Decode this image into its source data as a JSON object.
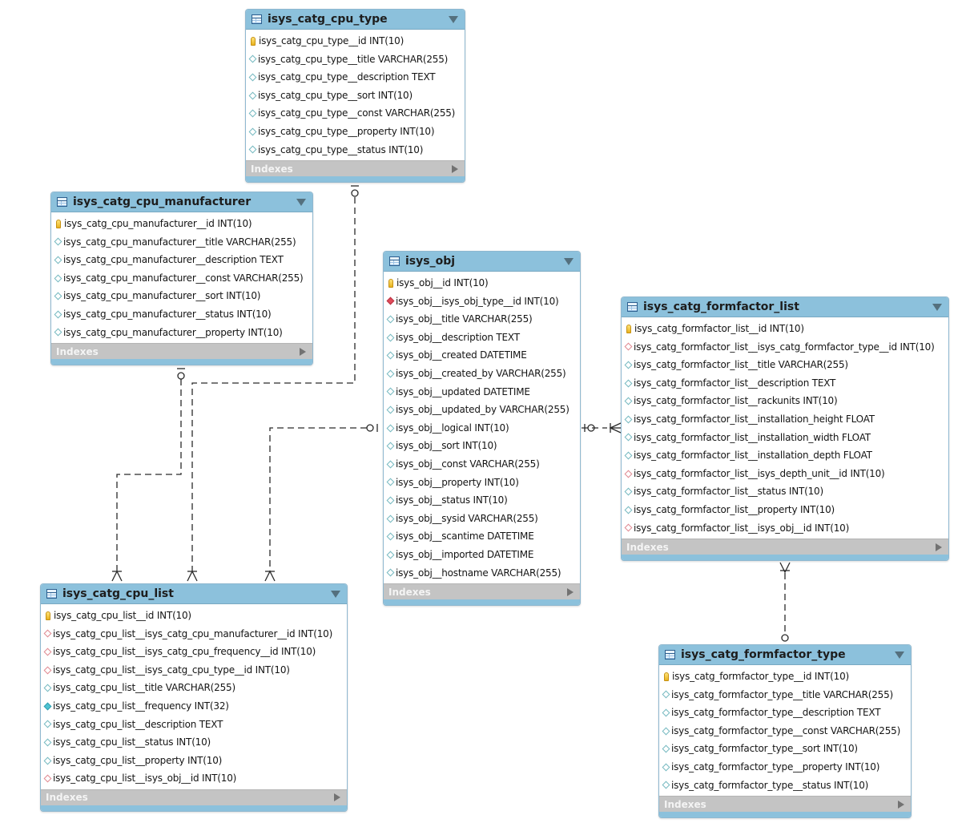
{
  "tables": [
    {
      "id": "cpu_type",
      "title": "isys_catg_cpu_type",
      "footer": "Indexes",
      "columns": [
        {
          "text": "isys_catg_cpu_type__id INT(10)",
          "icon": "pk"
        },
        {
          "text": "isys_catg_cpu_type__title VARCHAR(255)",
          "icon": "col"
        },
        {
          "text": "isys_catg_cpu_type__description TEXT",
          "icon": "col"
        },
        {
          "text": "isys_catg_cpu_type__sort INT(10)",
          "icon": "col"
        },
        {
          "text": "isys_catg_cpu_type__const VARCHAR(255)",
          "icon": "col"
        },
        {
          "text": "isys_catg_cpu_type__property INT(10)",
          "icon": "col"
        },
        {
          "text": "isys_catg_cpu_type__status INT(10)",
          "icon": "col"
        }
      ]
    },
    {
      "id": "cpu_manufacturer",
      "title": "isys_catg_cpu_manufacturer",
      "footer": "Indexes",
      "columns": [
        {
          "text": "isys_catg_cpu_manufacturer__id INT(10)",
          "icon": "pk"
        },
        {
          "text": "isys_catg_cpu_manufacturer__title VARCHAR(255)",
          "icon": "col"
        },
        {
          "text": "isys_catg_cpu_manufacturer__description TEXT",
          "icon": "col"
        },
        {
          "text": "isys_catg_cpu_manufacturer__const VARCHAR(255)",
          "icon": "col"
        },
        {
          "text": "isys_catg_cpu_manufacturer__sort INT(10)",
          "icon": "col"
        },
        {
          "text": "isys_catg_cpu_manufacturer__status INT(10)",
          "icon": "col"
        },
        {
          "text": "isys_catg_cpu_manufacturer__property INT(10)",
          "icon": "col"
        }
      ]
    },
    {
      "id": "obj",
      "title": "isys_obj",
      "footer": "Indexes",
      "columns": [
        {
          "text": "isys_obj__id INT(10)",
          "icon": "pk"
        },
        {
          "text": "isys_obj__isys_obj_type__id INT(10)",
          "icon": "fk-req"
        },
        {
          "text": "isys_obj__title VARCHAR(255)",
          "icon": "col"
        },
        {
          "text": "isys_obj__description TEXT",
          "icon": "col"
        },
        {
          "text": "isys_obj__created DATETIME",
          "icon": "col"
        },
        {
          "text": "isys_obj__created_by VARCHAR(255)",
          "icon": "col"
        },
        {
          "text": "isys_obj__updated DATETIME",
          "icon": "col"
        },
        {
          "text": "isys_obj__updated_by VARCHAR(255)",
          "icon": "col"
        },
        {
          "text": "isys_obj__logical INT(10)",
          "icon": "col"
        },
        {
          "text": "isys_obj__sort INT(10)",
          "icon": "col"
        },
        {
          "text": "isys_obj__const VARCHAR(255)",
          "icon": "col"
        },
        {
          "text": "isys_obj__property INT(10)",
          "icon": "col"
        },
        {
          "text": "isys_obj__status INT(10)",
          "icon": "col"
        },
        {
          "text": "isys_obj__sysid VARCHAR(255)",
          "icon": "col"
        },
        {
          "text": "isys_obj__scantime DATETIME",
          "icon": "col"
        },
        {
          "text": "isys_obj__imported DATETIME",
          "icon": "col"
        },
        {
          "text": "isys_obj__hostname VARCHAR(255)",
          "icon": "col"
        }
      ]
    },
    {
      "id": "formfactor_list",
      "title": "isys_catg_formfactor_list",
      "footer": "Indexes",
      "columns": [
        {
          "text": "isys_catg_formfactor_list__id INT(10)",
          "icon": "pk"
        },
        {
          "text": "isys_catg_formfactor_list__isys_catg_formfactor_type__id INT(10)",
          "icon": "fk"
        },
        {
          "text": "isys_catg_formfactor_list__title VARCHAR(255)",
          "icon": "col"
        },
        {
          "text": "isys_catg_formfactor_list__description TEXT",
          "icon": "col"
        },
        {
          "text": "isys_catg_formfactor_list__rackunits INT(10)",
          "icon": "col"
        },
        {
          "text": "isys_catg_formfactor_list__installation_height FLOAT",
          "icon": "col"
        },
        {
          "text": "isys_catg_formfactor_list__installation_width FLOAT",
          "icon": "col"
        },
        {
          "text": "isys_catg_formfactor_list__installation_depth FLOAT",
          "icon": "col"
        },
        {
          "text": "isys_catg_formfactor_list__isys_depth_unit__id INT(10)",
          "icon": "fk"
        },
        {
          "text": "isys_catg_formfactor_list__status INT(10)",
          "icon": "col"
        },
        {
          "text": "isys_catg_formfactor_list__property INT(10)",
          "icon": "col"
        },
        {
          "text": "isys_catg_formfactor_list__isys_obj__id INT(10)",
          "icon": "fk"
        }
      ]
    },
    {
      "id": "cpu_list",
      "title": "isys_catg_cpu_list",
      "footer": "Indexes",
      "columns": [
        {
          "text": "isys_catg_cpu_list__id INT(10)",
          "icon": "pk"
        },
        {
          "text": "isys_catg_cpu_list__isys_catg_cpu_manufacturer__id INT(10)",
          "icon": "fk"
        },
        {
          "text": "isys_catg_cpu_list__isys_catg_cpu_frequency__id INT(10)",
          "icon": "fk"
        },
        {
          "text": "isys_catg_cpu_list__isys_catg_cpu_type__id INT(10)",
          "icon": "fk"
        },
        {
          "text": "isys_catg_cpu_list__title VARCHAR(255)",
          "icon": "col"
        },
        {
          "text": "isys_catg_cpu_list__frequency INT(32)",
          "icon": "col-req"
        },
        {
          "text": "isys_catg_cpu_list__description TEXT",
          "icon": "col"
        },
        {
          "text": "isys_catg_cpu_list__status INT(10)",
          "icon": "col"
        },
        {
          "text": "isys_catg_cpu_list__property INT(10)",
          "icon": "col"
        },
        {
          "text": "isys_catg_cpu_list__isys_obj__id INT(10)",
          "icon": "fk"
        }
      ]
    },
    {
      "id": "formfactor_type",
      "title": "isys_catg_formfactor_type",
      "footer": "Indexes",
      "columns": [
        {
          "text": "isys_catg_formfactor_type__id INT(10)",
          "icon": "pk"
        },
        {
          "text": "isys_catg_formfactor_type__title VARCHAR(255)",
          "icon": "col"
        },
        {
          "text": "isys_catg_formfactor_type__description TEXT",
          "icon": "col"
        },
        {
          "text": "isys_catg_formfactor_type__const VARCHAR(255)",
          "icon": "col"
        },
        {
          "text": "isys_catg_formfactor_type__sort INT(10)",
          "icon": "col"
        },
        {
          "text": "isys_catg_formfactor_type__property INT(10)",
          "icon": "col"
        },
        {
          "text": "isys_catg_formfactor_type__status INT(10)",
          "icon": "col"
        }
      ]
    }
  ],
  "colors": {
    "header": "#8cc1dc",
    "footer": "#c4c4c4",
    "connector": "#2a2a2a",
    "pk_key": "#e8b21e",
    "fk_required": "#e04c5a",
    "fk_optional": "#e08890",
    "column": "#74b8c0",
    "column_required": "#4fc3d2"
  },
  "icons": {
    "table": "table-icon",
    "pk": "primary-key-icon",
    "fk-req": "foreign-key-required-icon",
    "fk": "foreign-key-icon",
    "col": "column-icon",
    "col-req": "column-required-icon"
  }
}
